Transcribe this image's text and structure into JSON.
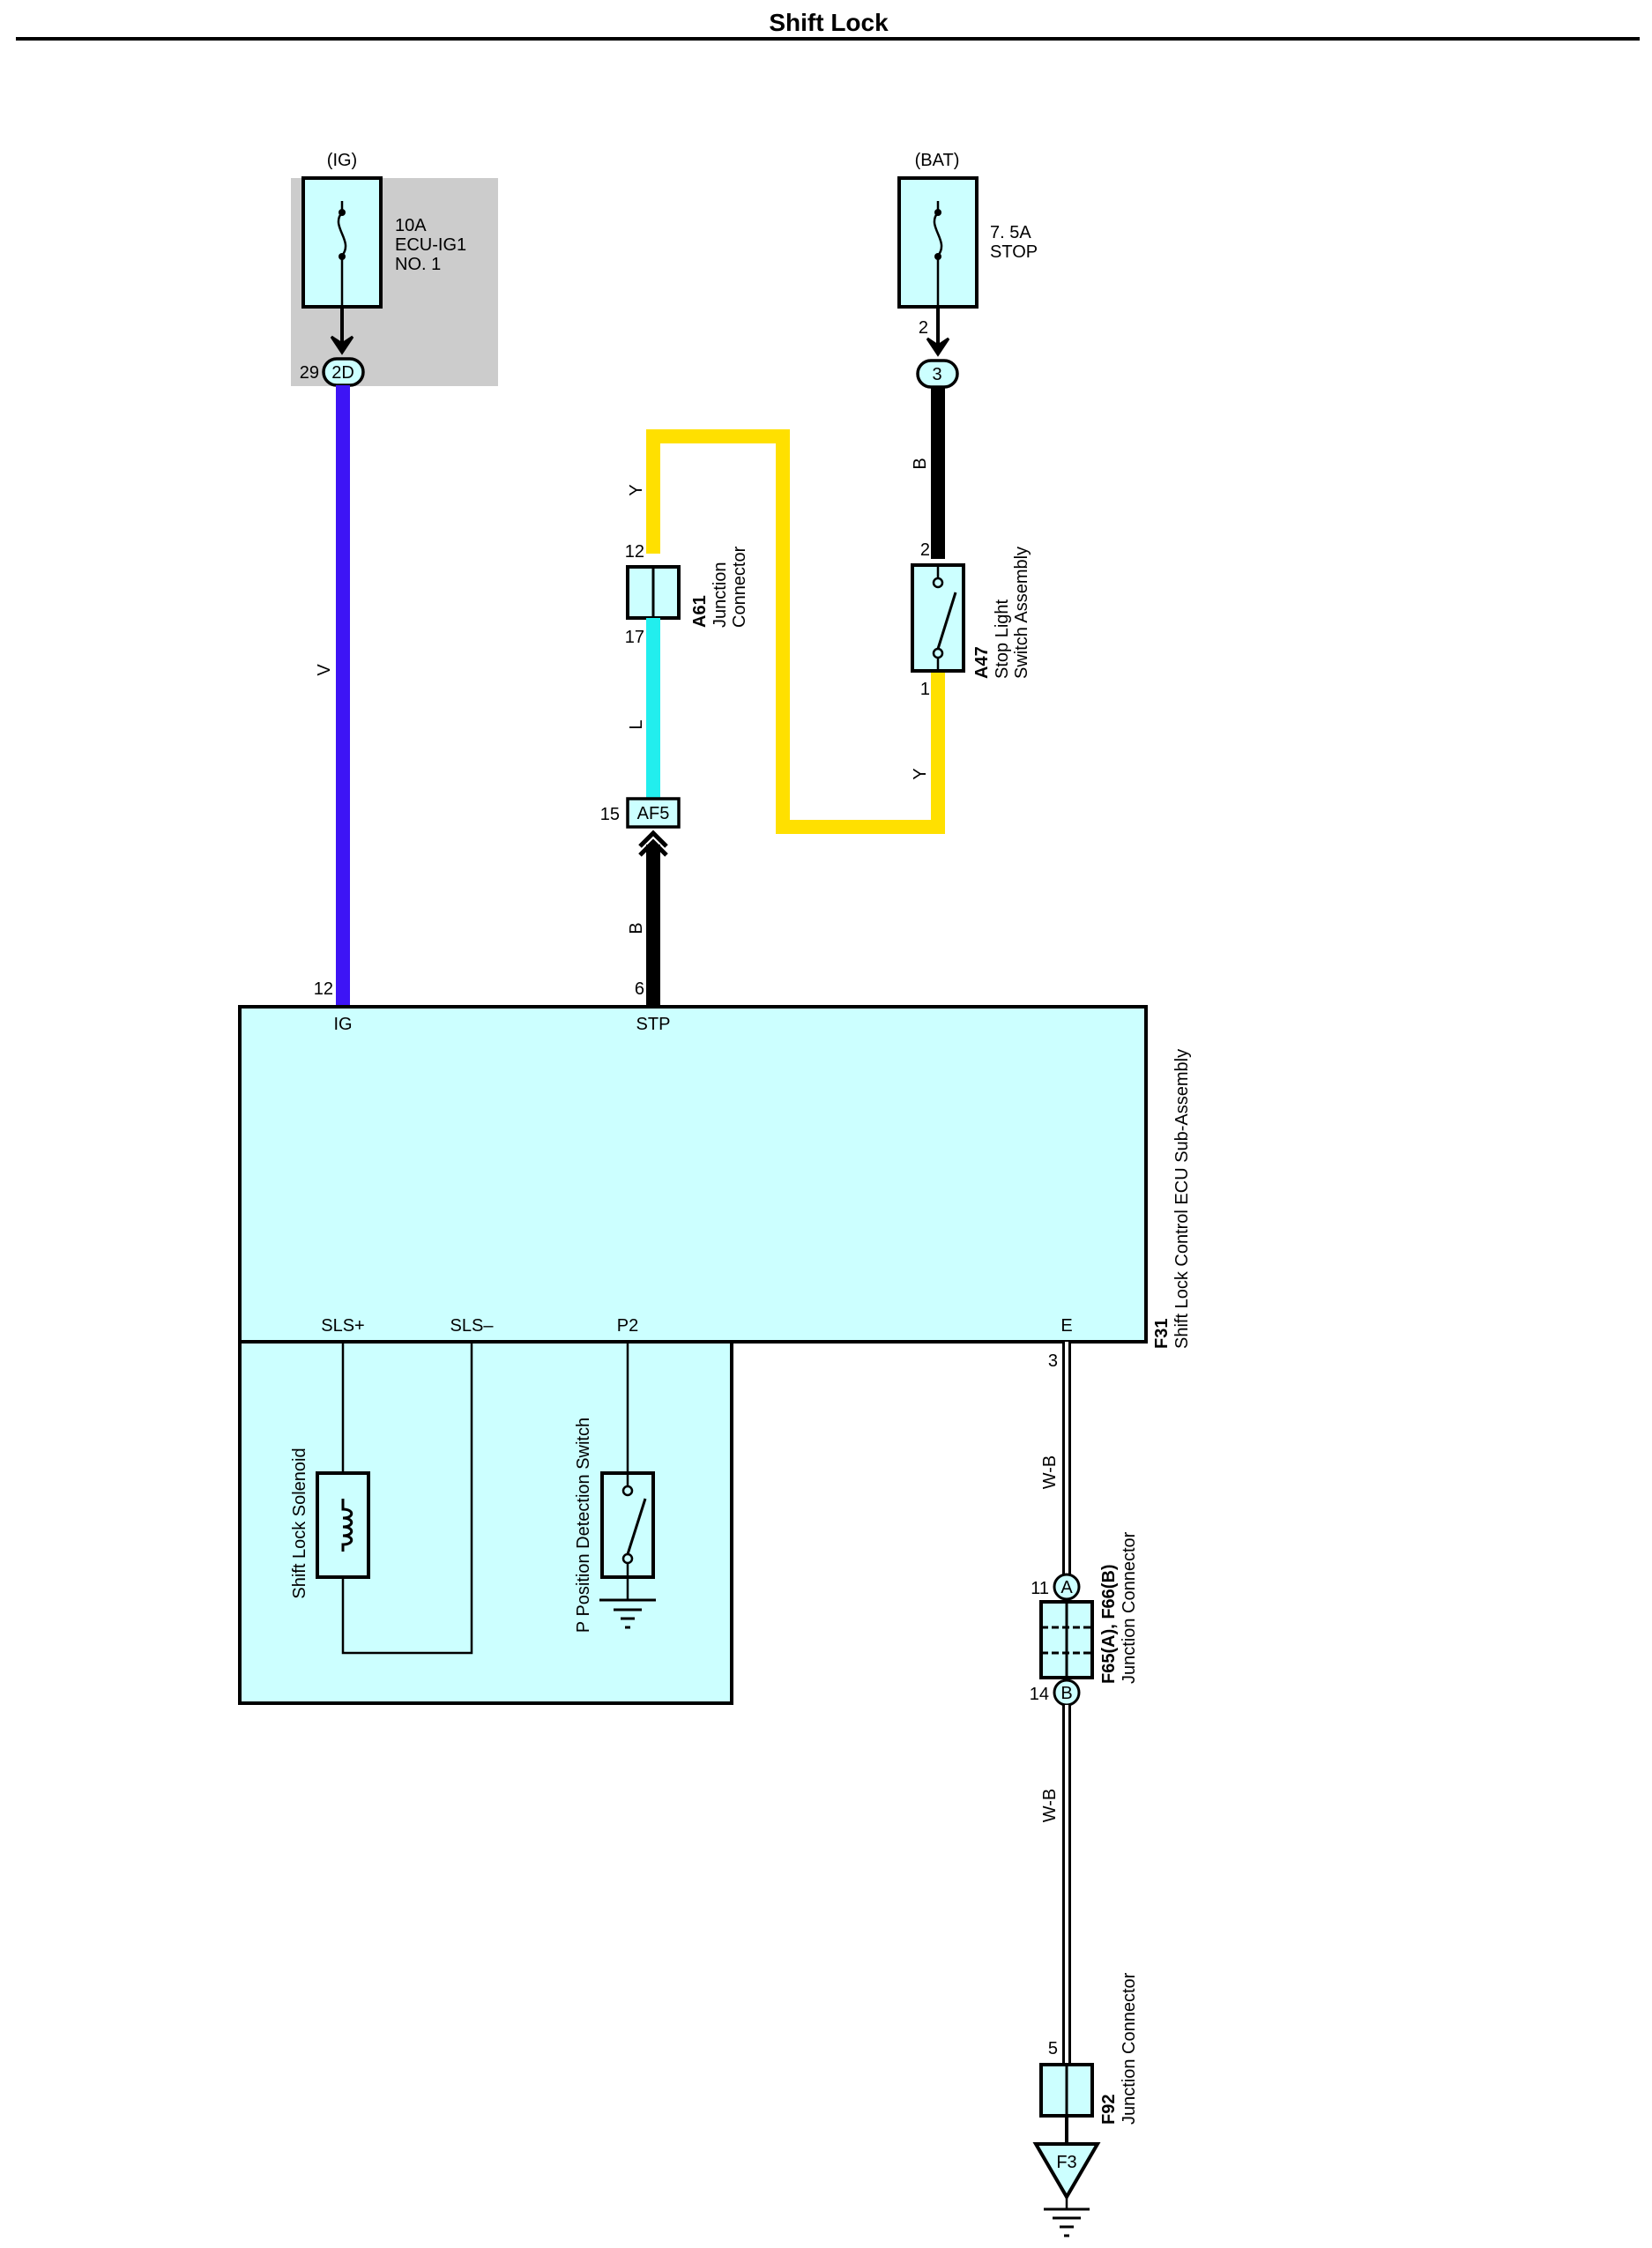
{
  "title": "Shift Lock",
  "colors": {
    "component_fill": "#ccffff",
    "shade": "#cccccc",
    "wire_v": "#3d14f5",
    "wire_y": "#ffe000",
    "wire_l": "#22eeee",
    "wire_b": "#000000",
    "wire_wb": "#000000"
  },
  "fuse_ig": {
    "source": "(IG)",
    "line1": "10A",
    "line2": "ECU-IG1",
    "line3": "NO. 1",
    "pin": "29",
    "connector": "2D"
  },
  "fuse_bat": {
    "source": "(BAT)",
    "line1": "7. 5A",
    "line2": "STOP",
    "pin": "2",
    "connector": "3"
  },
  "wire_codes": {
    "v": "V",
    "y_top": "Y",
    "l": "L",
    "b_bot": "B",
    "b_bat": "B",
    "y_right": "Y",
    "wb_top": "W-B",
    "wb_bottom": "W-B"
  },
  "a61": {
    "code": "A61",
    "name_line1": "Junction",
    "name_line2": "Connector",
    "pin_top": "12",
    "pin_bottom": "17"
  },
  "a47": {
    "code": "A47",
    "name_line1": "Stop Light",
    "name_line2": "Switch Assembly",
    "pin_top": "2",
    "pin_bottom": "1"
  },
  "af5": {
    "pin": "15",
    "connector": "AF5"
  },
  "ecu": {
    "code": "F31",
    "name": "Shift Lock Control ECU Sub-Assembly",
    "pin_ig": "12",
    "term_ig": "IG",
    "pin_stp": "6",
    "term_stp": "STP",
    "term_sls_plus": "SLS+",
    "term_sls_minus": "SLS–",
    "term_p2": "P2",
    "term_e": "E",
    "pin_e": "3"
  },
  "internal": {
    "solenoid": "Shift Lock Solenoid",
    "pswitch": "P Position Detection Switch"
  },
  "f65": {
    "code": "F65(A), F66(B)",
    "name": "Junction Connector",
    "pin_a": "11",
    "label_a": "A",
    "pin_b": "14",
    "label_b": "B"
  },
  "f92": {
    "code": "F92",
    "name": "Junction Connector",
    "pin": "5"
  },
  "ground": {
    "label": "F3"
  }
}
